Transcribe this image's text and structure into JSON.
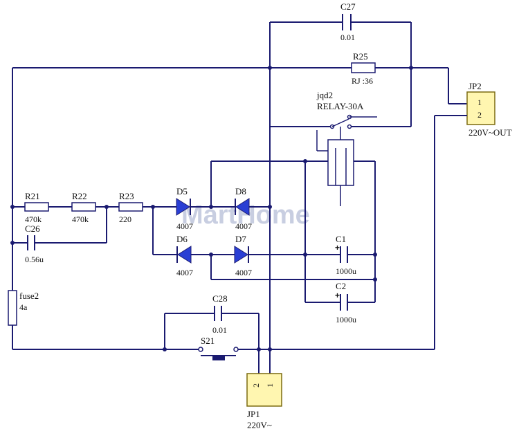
{
  "watermark": "MartHome",
  "components": {
    "C27": {
      "ref": "C27",
      "value": "0.01"
    },
    "R25": {
      "ref": "R25",
      "value": "RJ :36"
    },
    "relay": {
      "ref": "jqd2",
      "value": "RELAY-30A"
    },
    "JP2": {
      "ref": "JP2",
      "value": "220V~OUT",
      "pin1": "1",
      "pin2": "2"
    },
    "R21": {
      "ref": "R21",
      "value": "470k"
    },
    "R22": {
      "ref": "R22",
      "value": "470k"
    },
    "R23": {
      "ref": "R23",
      "value": "220"
    },
    "C26": {
      "ref": "C26",
      "value": "0.56u"
    },
    "D5": {
      "ref": "D5",
      "value": "4007"
    },
    "D8": {
      "ref": "D8",
      "value": "4007"
    },
    "D6": {
      "ref": "D6",
      "value": "4007"
    },
    "D7": {
      "ref": "D7",
      "value": "4007"
    },
    "C1": {
      "ref": "C1",
      "value": "1000u",
      "polarity": "+"
    },
    "C2": {
      "ref": "C2",
      "value": "1000u",
      "polarity": "+"
    },
    "fuse": {
      "ref": "fuse2",
      "value": "4a"
    },
    "C28": {
      "ref": "C28",
      "value": "0.01"
    },
    "S21": {
      "ref": "S21"
    },
    "JP1": {
      "ref": "JP1",
      "value": "220V~",
      "pin1": "1",
      "pin2": "2"
    }
  }
}
